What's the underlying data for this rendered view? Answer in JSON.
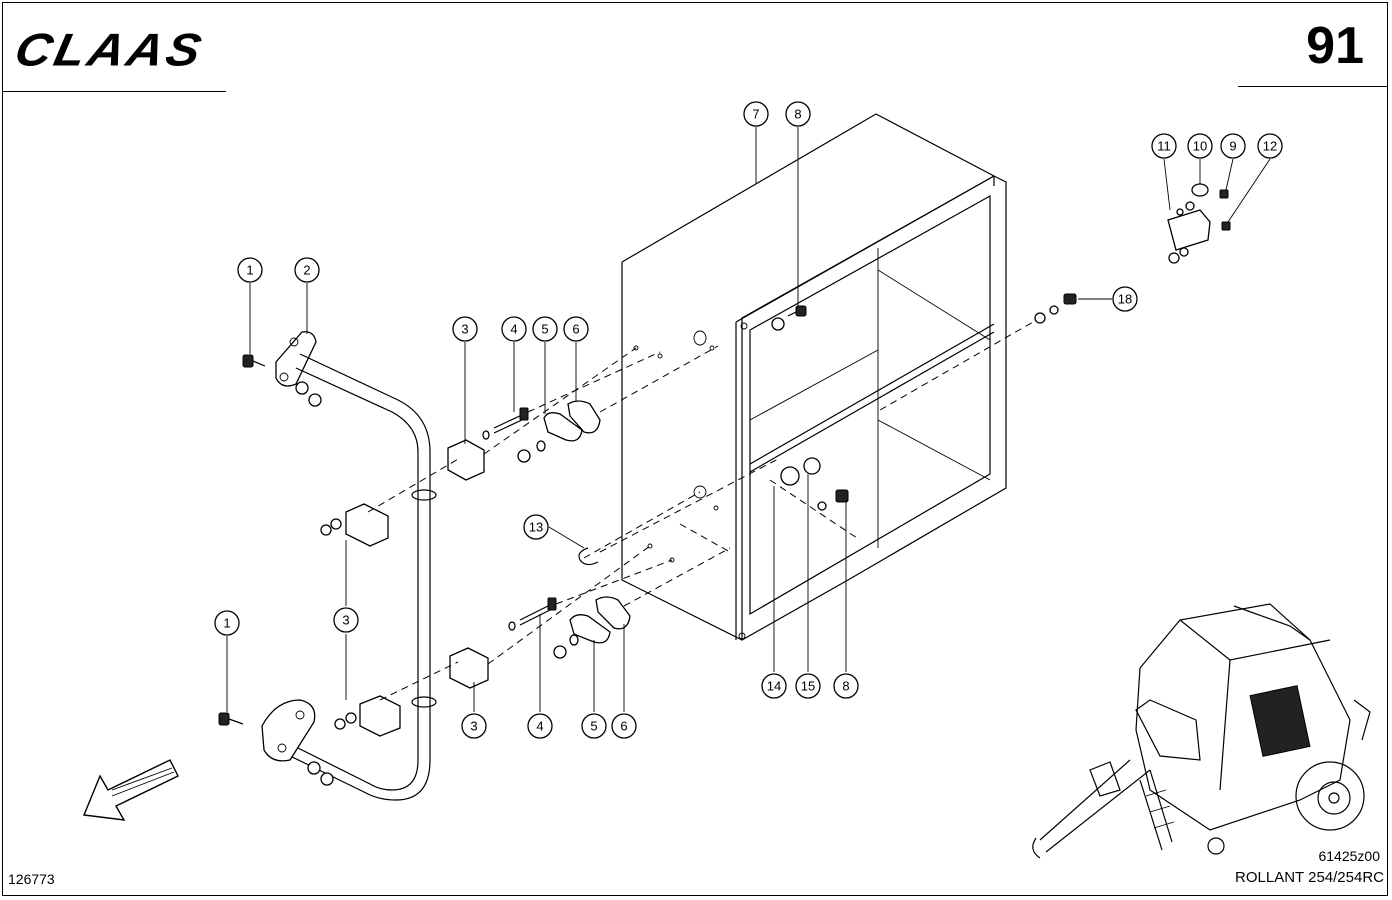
{
  "header": {
    "brand": "CLAAS",
    "page_number": "91"
  },
  "footer": {
    "sheet_ref": "126773",
    "drawing_ref": "61425z00",
    "model": "ROLLANT 254/254RC"
  },
  "callouts": [
    "1",
    "2",
    "3",
    "4",
    "5",
    "6",
    "7",
    "8",
    "9",
    "10",
    "11",
    "12",
    "13",
    "14",
    "15",
    "18"
  ],
  "icons": {
    "direction_arrow": "direction-arrow-icon",
    "machine": "baler-machine-icon"
  }
}
